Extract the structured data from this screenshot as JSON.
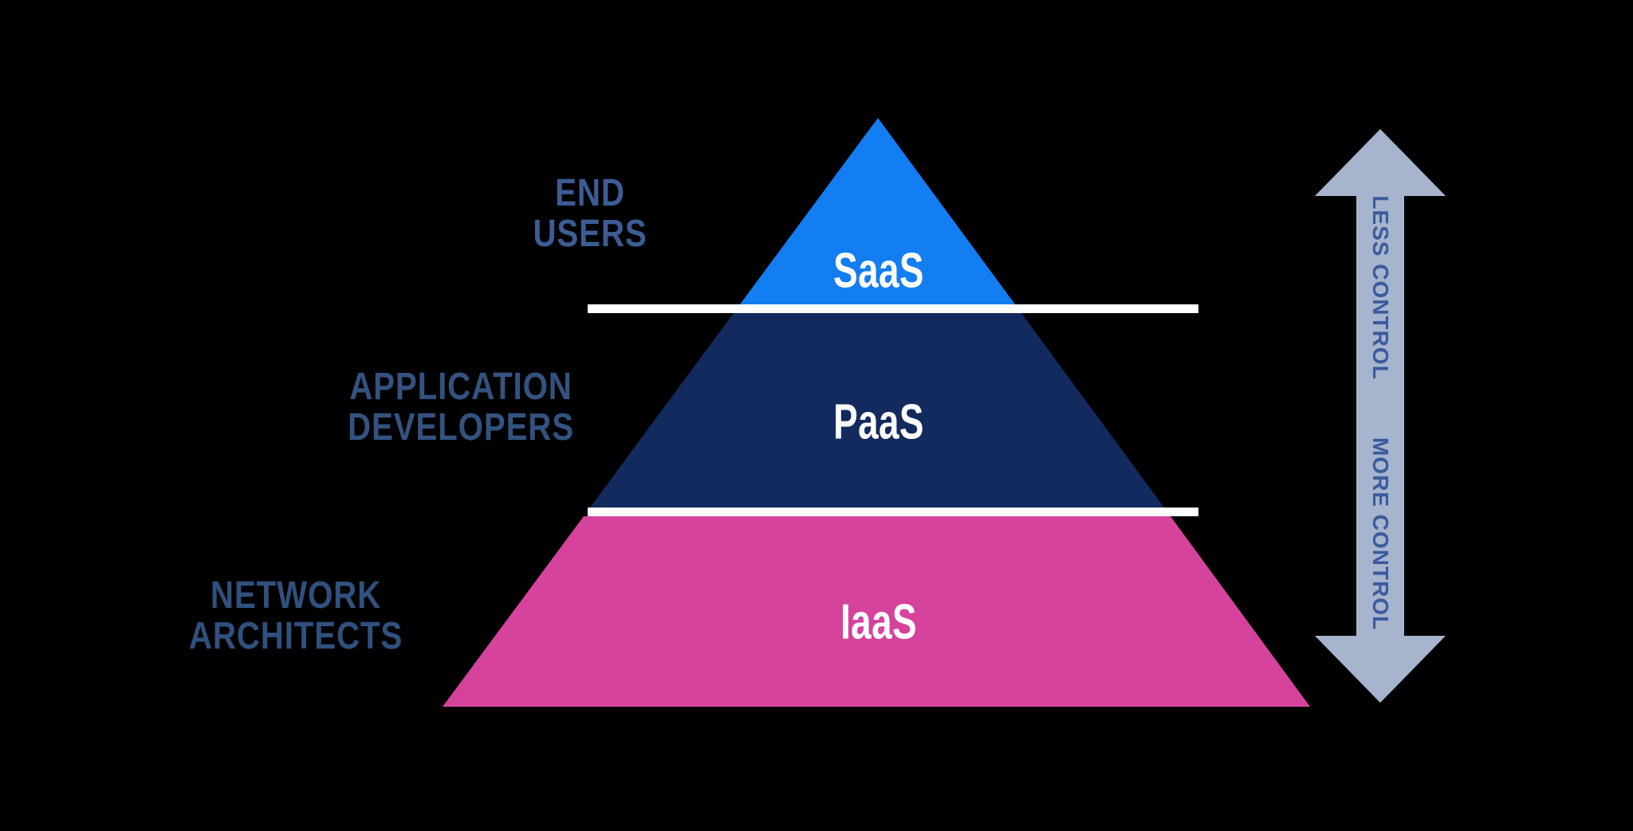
{
  "background_color": "#000000",
  "pyramid": {
    "divider_color": "#ffffff",
    "layers": [
      {
        "code": "SaaS",
        "code_color": "#ffffff",
        "fill": "#137df2",
        "audience": "END\nUSERS",
        "audience_color": "#3c5c93"
      },
      {
        "code": "PaaS",
        "code_color": "#ffffff",
        "fill": "#132a5e",
        "audience": "APPLICATION\nDEVELOPERS",
        "audience_color": "#33527f"
      },
      {
        "code": "IaaS",
        "code_color": "#ffffff",
        "fill": "#d5439c",
        "audience": "NETWORK\nARCHITECTS",
        "audience_color": "#30507e"
      }
    ]
  },
  "control_arrow": {
    "fill": "#a6b4ce",
    "label_color": "#3a5c9c",
    "top_label": "LESS CONTROL",
    "bottom_label": "MORE CONTROL"
  }
}
